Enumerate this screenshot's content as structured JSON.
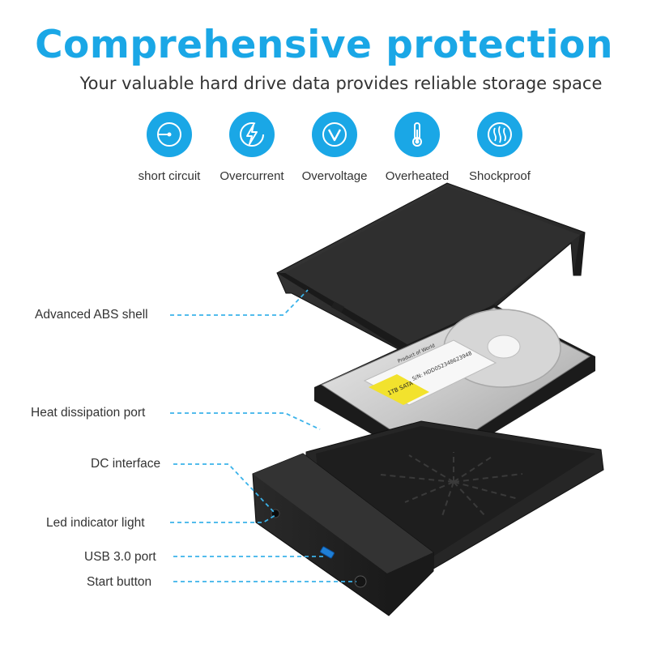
{
  "header": {
    "title": "Comprehensive protection",
    "subtitle": "Your valuable hard drive data provides reliable storage space"
  },
  "features": [
    {
      "label": "short circuit",
      "icon": "short-circuit-icon"
    },
    {
      "label": "Overcurrent",
      "icon": "lightning-icon"
    },
    {
      "label": "Overvoltage",
      "icon": "checkmark-v-icon"
    },
    {
      "label": "Overheated",
      "icon": "thermometer-icon"
    },
    {
      "label": "Shockproof",
      "icon": "waveform-icon"
    }
  ],
  "callouts": {
    "shell": "Advanced ABS shell",
    "heat": "Heat dissipation port",
    "dc": "DC interface",
    "led": "Led indicator light",
    "usb": "USB 3.0 port",
    "start": "Start button"
  },
  "drive_label": {
    "serial": "S/N: HDD052348623948",
    "capacity": "1TB SATA",
    "brand": "Product of World"
  },
  "colors": {
    "accent": "#1aa7e6",
    "shell": "#2b2b2b",
    "text": "#333333",
    "usb_port": "#1f7fd6",
    "sticker": "#f2e22d"
  }
}
